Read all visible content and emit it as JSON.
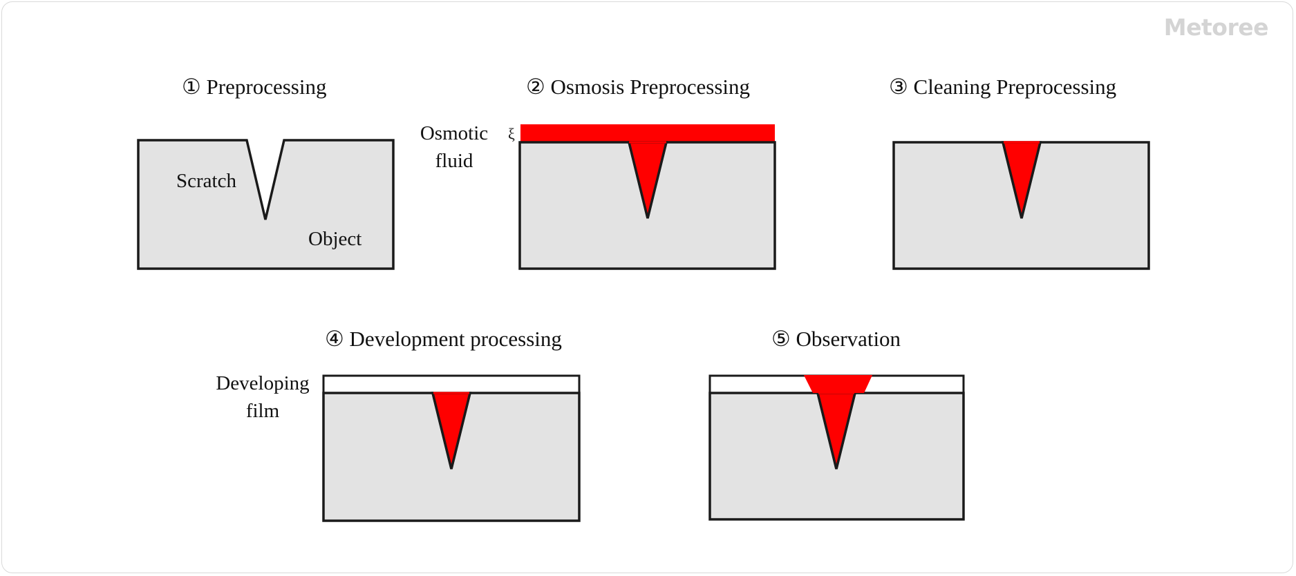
{
  "logo": "Metoree",
  "colors": {
    "object_fill": "#e3e3e3",
    "outline": "#1a1a1a",
    "fluid": "#ff0000",
    "film": "#ffffff"
  },
  "steps": [
    {
      "title": "① Preprocessing"
    },
    {
      "title": "② Osmosis Preprocessing"
    },
    {
      "title": "③ Cleaning Preprocessing"
    },
    {
      "title": "④ Development processing"
    },
    {
      "title": "⑤ Observation"
    }
  ],
  "labels": {
    "scratch": "Scratch",
    "object": "Object",
    "osmotic_fluid_line1": "Osmotic",
    "osmotic_fluid_line2": "fluid",
    "developing_film_line1": "Developing",
    "developing_film_line2": "film"
  }
}
